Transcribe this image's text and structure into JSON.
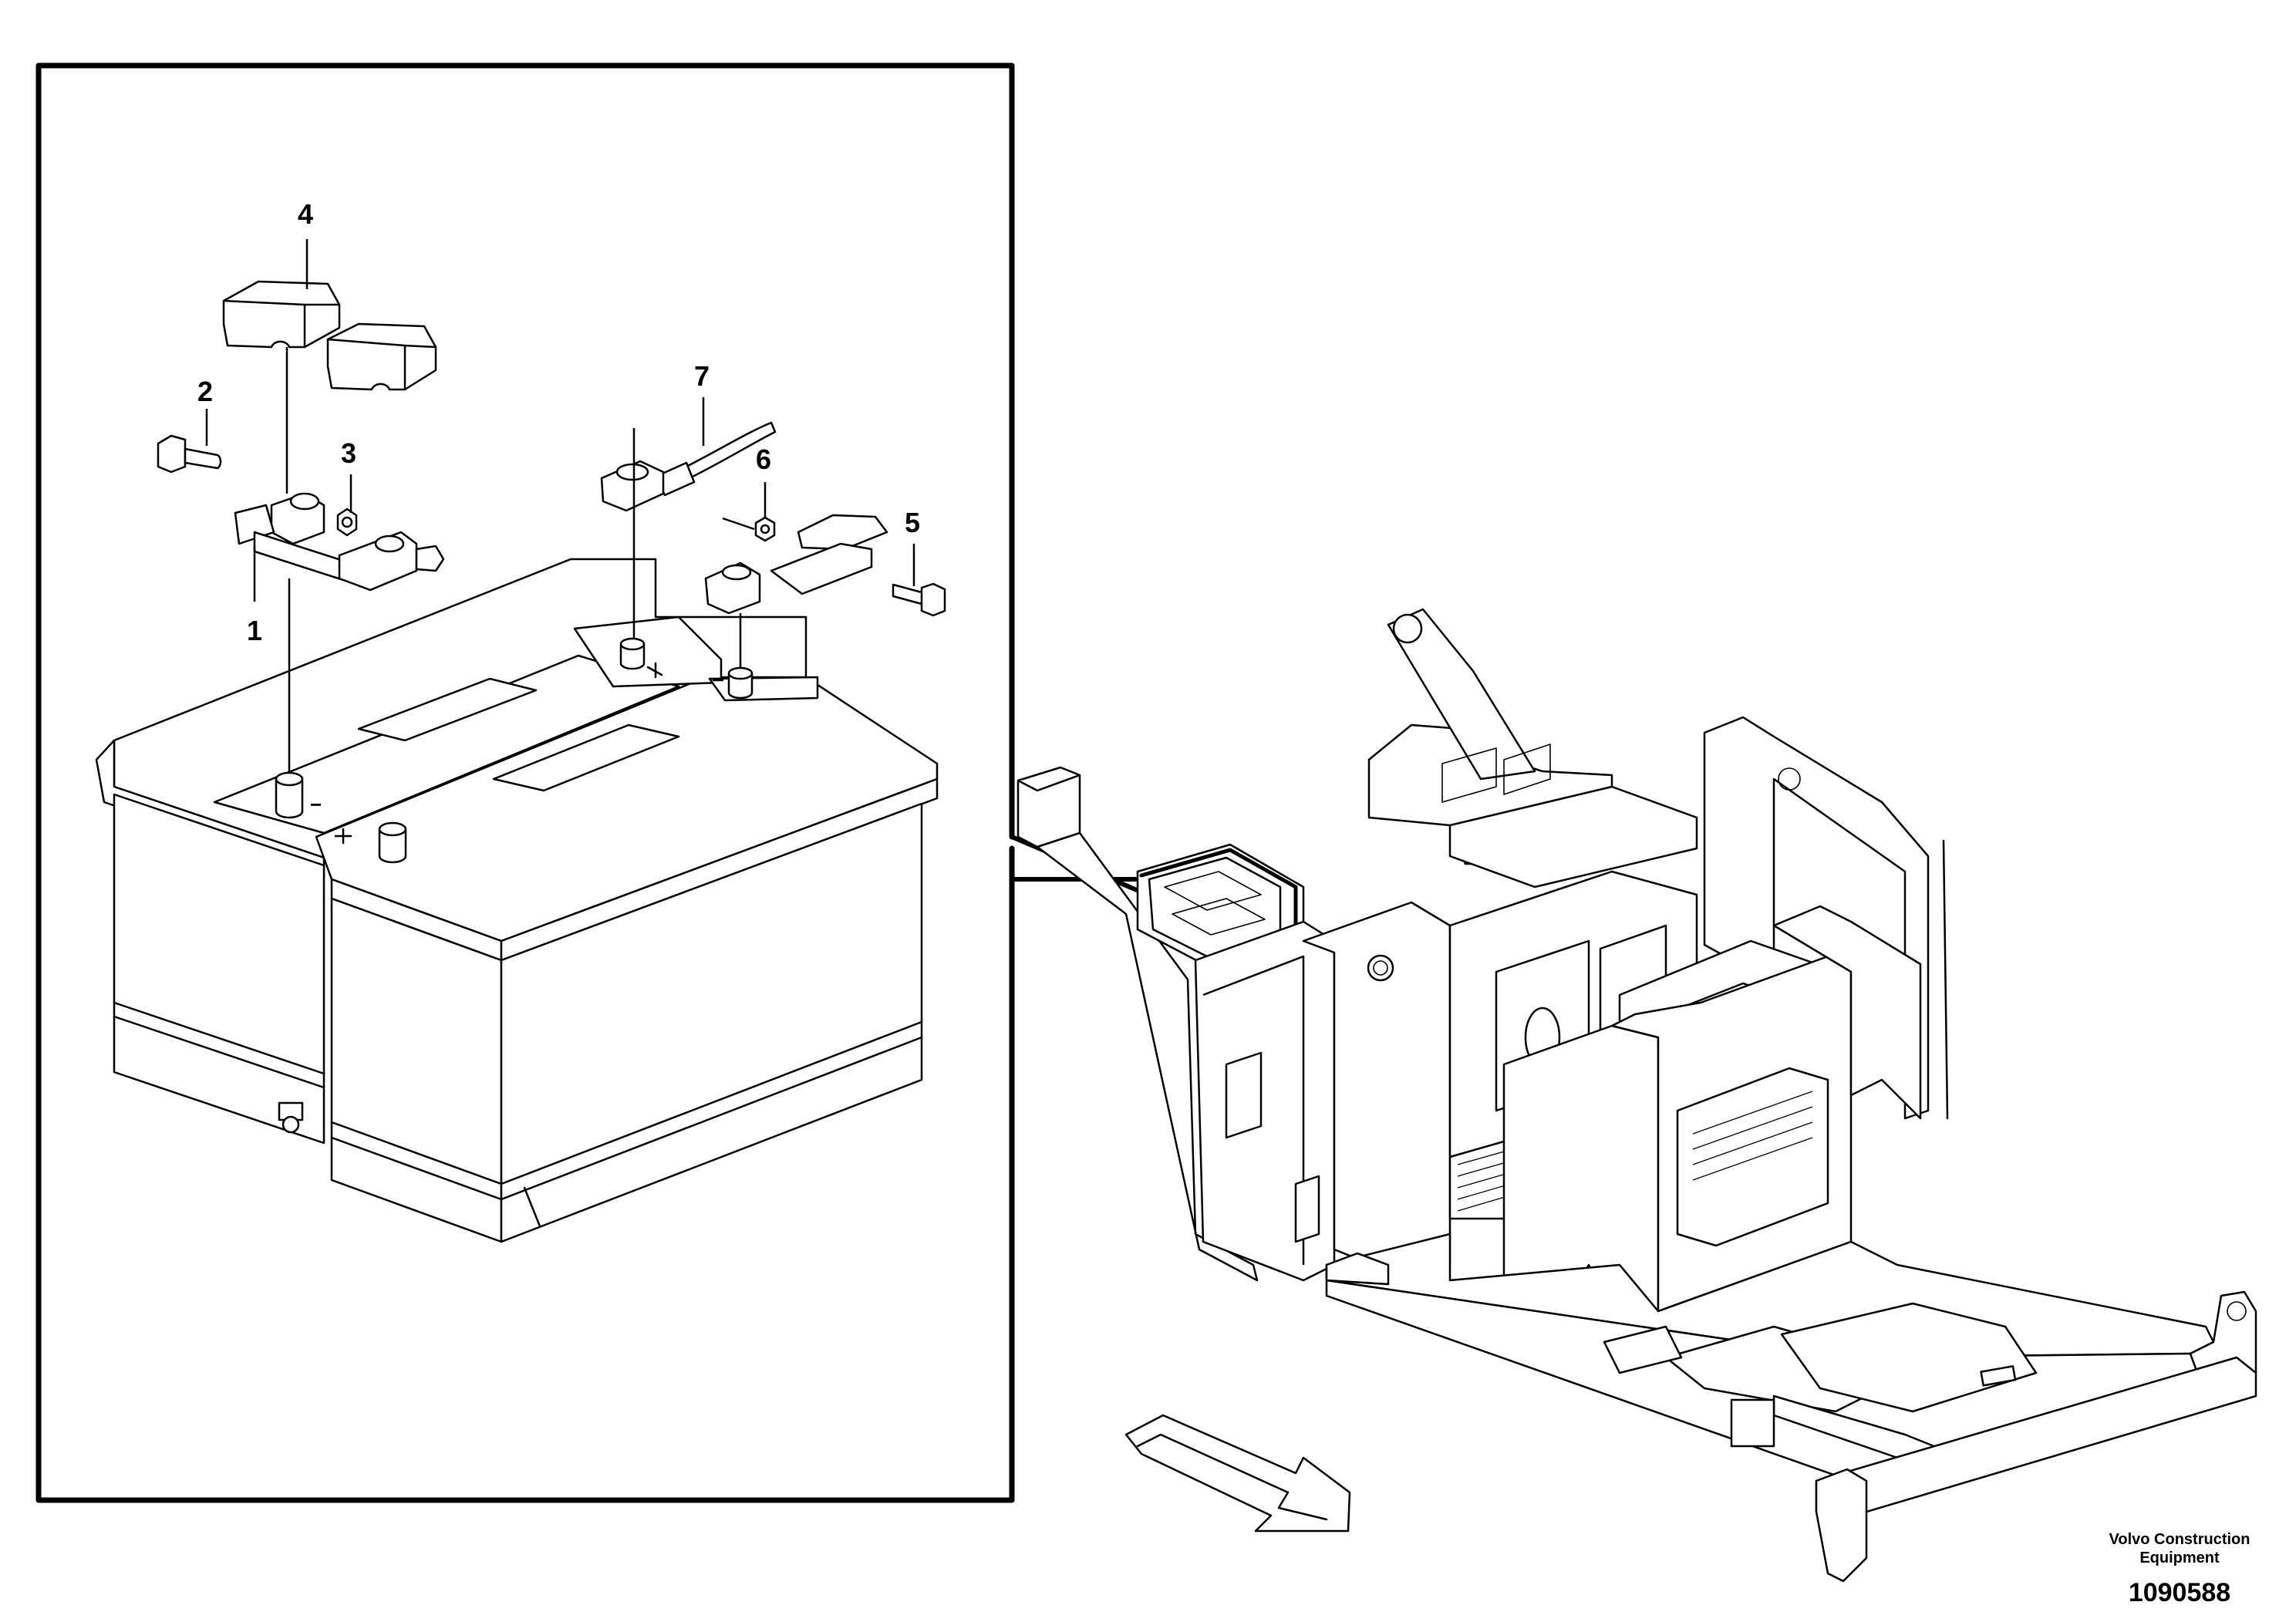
{
  "callouts": [
    {
      "id": "1",
      "label": "1"
    },
    {
      "id": "2",
      "label": "2"
    },
    {
      "id": "3",
      "label": "3"
    },
    {
      "id": "4",
      "label": "4"
    },
    {
      "id": "5",
      "label": "5"
    },
    {
      "id": "6",
      "label": "6"
    },
    {
      "id": "7",
      "label": "7"
    }
  ],
  "credit": {
    "line1": "Volvo Construction",
    "line2": "Equipment"
  },
  "figure_number": "1090588",
  "terminal_marks": {
    "minus": "−"
  }
}
